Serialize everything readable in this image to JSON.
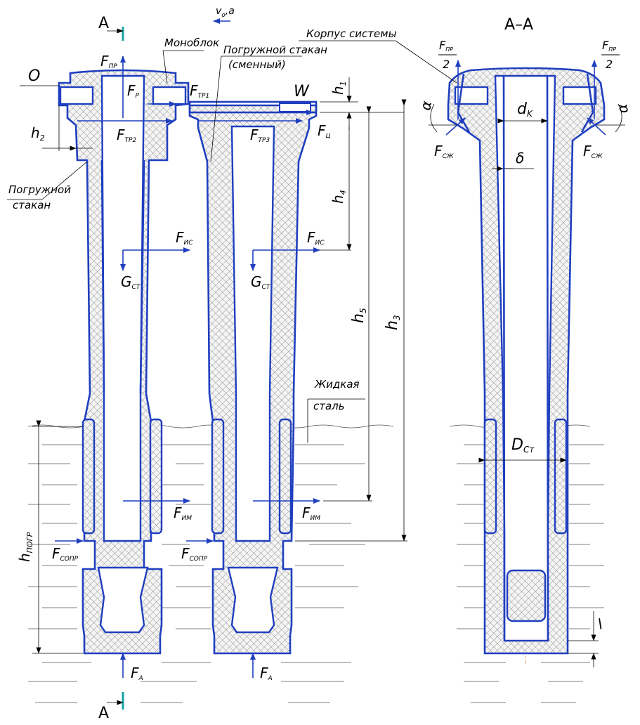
{
  "labels": {
    "section_cut_top": "A",
    "section_cut_bottom": "A",
    "section_title": "A–A",
    "velocity": "v",
    "velocity_sub": "o",
    "velocity_suffix": ",a",
    "monoblock": "Моноблок",
    "immersion_cup_changeable_1": "Погружной стакан",
    "immersion_cup_changeable_2": "(сменный)",
    "system_housing": "Корпус системы",
    "point_o": "O",
    "point_w": "W",
    "immersion_cup_1": "Погружной",
    "immersion_cup_2": "стакан",
    "liquid_steel_1": "Жидкая",
    "liquid_steel_2": "сталь"
  },
  "forces": {
    "F_pr": {
      "main": "F",
      "sub": "ПР"
    },
    "F_r": {
      "main": "F",
      "sub": "Р"
    },
    "F_tr1": {
      "main": "F",
      "sub": "ТР1"
    },
    "F_tr2": {
      "main": "F",
      "sub": "ТР2"
    },
    "F_tr3": {
      "main": "F",
      "sub": "ТР3"
    },
    "F_c": {
      "main": "F",
      "sub": "Ц"
    },
    "F_ic_left": {
      "main": "F",
      "sub": "ИС"
    },
    "F_ic_right": {
      "main": "F",
      "sub": "ИС"
    },
    "G_st_left": {
      "main": "G",
      "sub": "СТ"
    },
    "G_st_right": {
      "main": "G",
      "sub": "СТ"
    },
    "F_im_left": {
      "main": "F",
      "sub": "ИМ"
    },
    "F_im_right": {
      "main": "F",
      "sub": "ИМ"
    },
    "F_sopr_left": {
      "main": "F",
      "sub": "СОПР"
    },
    "F_sopr_right": {
      "main": "F",
      "sub": "СОПР"
    },
    "F_a_left": {
      "main": "F",
      "sub": "А"
    },
    "F_a_right": {
      "main": "F",
      "sub": "А"
    },
    "F_sk_left": {
      "main": "F",
      "sub": "СЖ"
    },
    "F_sk_right": {
      "main": "F",
      "sub": "СЖ"
    },
    "F_pr_half_left": {
      "main": "F",
      "sub": "ПР",
      "den": "2"
    },
    "F_pr_half_right": {
      "main": "F",
      "sub": "ПР",
      "den": "2"
    }
  },
  "dimensions": {
    "h1": {
      "main": "h",
      "sub": "1"
    },
    "h2": {
      "main": "h",
      "sub": "2"
    },
    "h3": {
      "main": "h",
      "sub": "3"
    },
    "h4": {
      "main": "h",
      "sub": "4"
    },
    "h5": {
      "main": "h",
      "sub": "5"
    },
    "h_pogr": {
      "main": "h",
      "sub": "ПОГР"
    },
    "d_k": {
      "main": "d",
      "sub": "K"
    },
    "D_st": {
      "main": "D",
      "sub": "Ст"
    },
    "delta": "δ",
    "alpha_left": "α",
    "alpha_right": "α",
    "l": "l"
  }
}
